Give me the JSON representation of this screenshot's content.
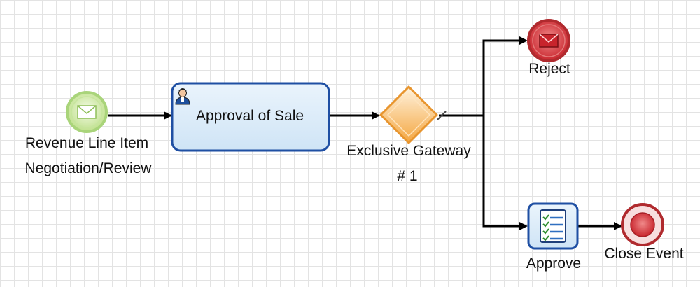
{
  "diagram": {
    "start_event": {
      "label_line1": "Revenue Line Item",
      "label_line2": "Negotiation/Review",
      "icon": "envelope-icon"
    },
    "task": {
      "label": "Approval of Sale",
      "icon": "user-icon"
    },
    "gateway": {
      "label_line1": "Exclusive Gateway",
      "label_line2": "# 1"
    },
    "reject_event": {
      "label": "Reject",
      "icon": "envelope-icon"
    },
    "approve_action": {
      "label": "Approve",
      "icon": "checklist-icon"
    },
    "close_event": {
      "label": "Close Event"
    }
  }
}
